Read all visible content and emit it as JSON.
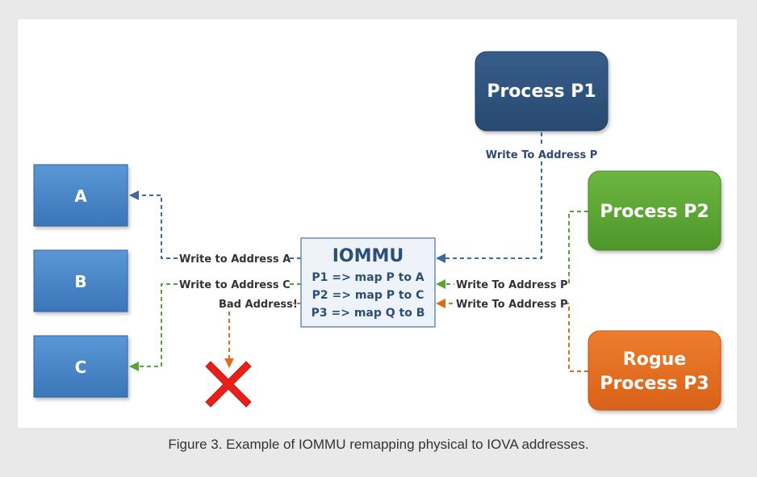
{
  "colors": {
    "mem_blue": "#3f7fc2",
    "p1_navy": "#2c4f77",
    "p2_green": "#5aa232",
    "p3_orange": "#df6b21",
    "iommu_fill": "#eef3f9",
    "iommu_border": "#6a8cb3",
    "error_red": "#e8201a"
  },
  "memory_blocks": [
    {
      "label": "A"
    },
    {
      "label": "B"
    },
    {
      "label": "C"
    }
  ],
  "processes": {
    "p1": {
      "label": "Process P1"
    },
    "p2": {
      "label": "Process P2"
    },
    "p3": {
      "line1": "Rogue",
      "line2": "Process P3"
    }
  },
  "iommu": {
    "title": "IOMMU",
    "mappings": [
      "P1 => map P to A",
      "P2 => map P to C",
      "P3 => map Q to B"
    ]
  },
  "edge_labels": {
    "p1_write": "Write To Address P",
    "p2_write": "Write To Address P",
    "p3_write": "Write To Address P",
    "to_a": "Write to Address A",
    "to_c": "Write to Address C",
    "bad": "Bad Address!"
  },
  "error_icon": "x-mark-icon",
  "caption": "Figure 3. Example of IOMMU remapping physical to IOVA addresses."
}
